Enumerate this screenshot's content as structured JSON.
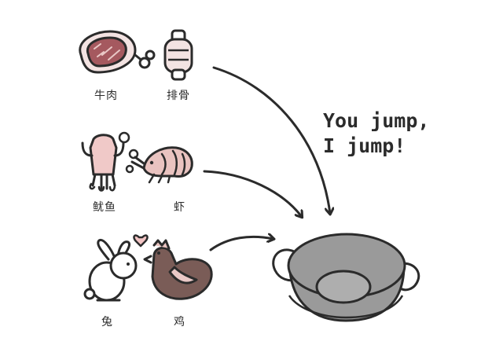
{
  "labels": {
    "beef": "牛肉",
    "ribs": "排骨",
    "squid": "鱿鱼",
    "shrimp": "虾",
    "rabbit": "兔",
    "chicken": "鸡"
  },
  "slogan": {
    "line1": "You jump,",
    "line2": "I jump!"
  },
  "icons": {
    "beef": "steak-icon",
    "ribs": "bone-icon",
    "squid": "squid-icon",
    "shrimp": "shrimp-icon",
    "rabbit": "rabbit-icon",
    "chicken": "chicken-icon",
    "wok": "wok-icon"
  },
  "colors": {
    "outline": "#2b2b2b",
    "meat": "#a5595f",
    "meat_light": "#e9c8c6",
    "squid": "#f0c9c8",
    "shrimp": "#e9c3c0",
    "rabbit": "#ffffff",
    "chicken": "#7a5c57",
    "heart": "#f2c4c4",
    "wok": "#9a9a9a",
    "bubble": "#d8dde6"
  }
}
